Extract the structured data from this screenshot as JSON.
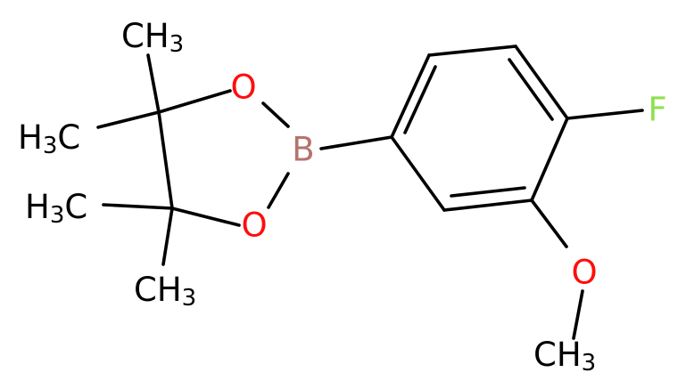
{
  "colors": {
    "background": "#ffffff",
    "bond": "#000000",
    "carbon": "#000000",
    "oxygen": "#ff0d0d",
    "boron": "#b5736c",
    "fluorine": "#90e050"
  },
  "atoms": {
    "boron": "B",
    "oxygen_top": "O",
    "oxygen_bottom": "O",
    "fluorine": "F",
    "oxygen_methoxy": "O",
    "methyl_top": {
      "main": "CH",
      "sub": "3"
    },
    "methyl_upper_left": {
      "pre": "H",
      "sub": "3",
      "post": "C"
    },
    "methyl_lower_left": {
      "pre": "H",
      "sub": "3",
      "post": "C"
    },
    "methyl_bottom": {
      "main": "CH",
      "sub": "3"
    },
    "methoxy_methyl": {
      "main": "CH",
      "sub": "3"
    }
  }
}
